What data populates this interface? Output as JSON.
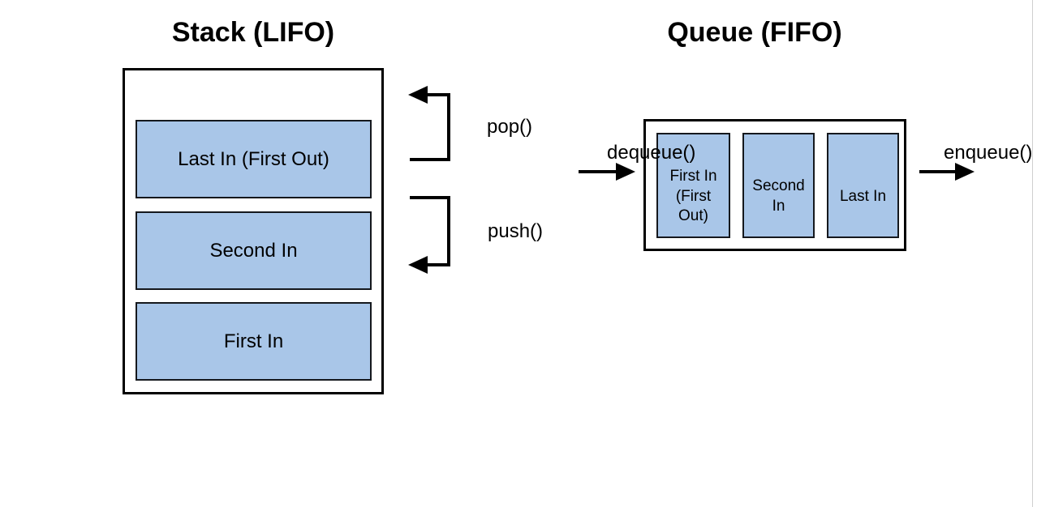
{
  "stack": {
    "title": "Stack (LIFO)",
    "items": [
      {
        "label": "Last In (First Out)"
      },
      {
        "label": "Second In"
      },
      {
        "label": "First In"
      }
    ],
    "operations": {
      "pop": "pop()",
      "push": "push()"
    }
  },
  "queue": {
    "title": "Queue (FIFO)",
    "items": [
      {
        "label": "First In (First Out)"
      },
      {
        "label": "Second In"
      },
      {
        "label": "Last In"
      }
    ],
    "operations": {
      "dequeue": "dequeue()",
      "enqueue": "enqueue()"
    }
  },
  "colors": {
    "element_fill": "#a9c6e8",
    "element_border": "#15181d",
    "container_border": "#000000",
    "text": "#000000",
    "edge_line": "#cfcfcf"
  }
}
